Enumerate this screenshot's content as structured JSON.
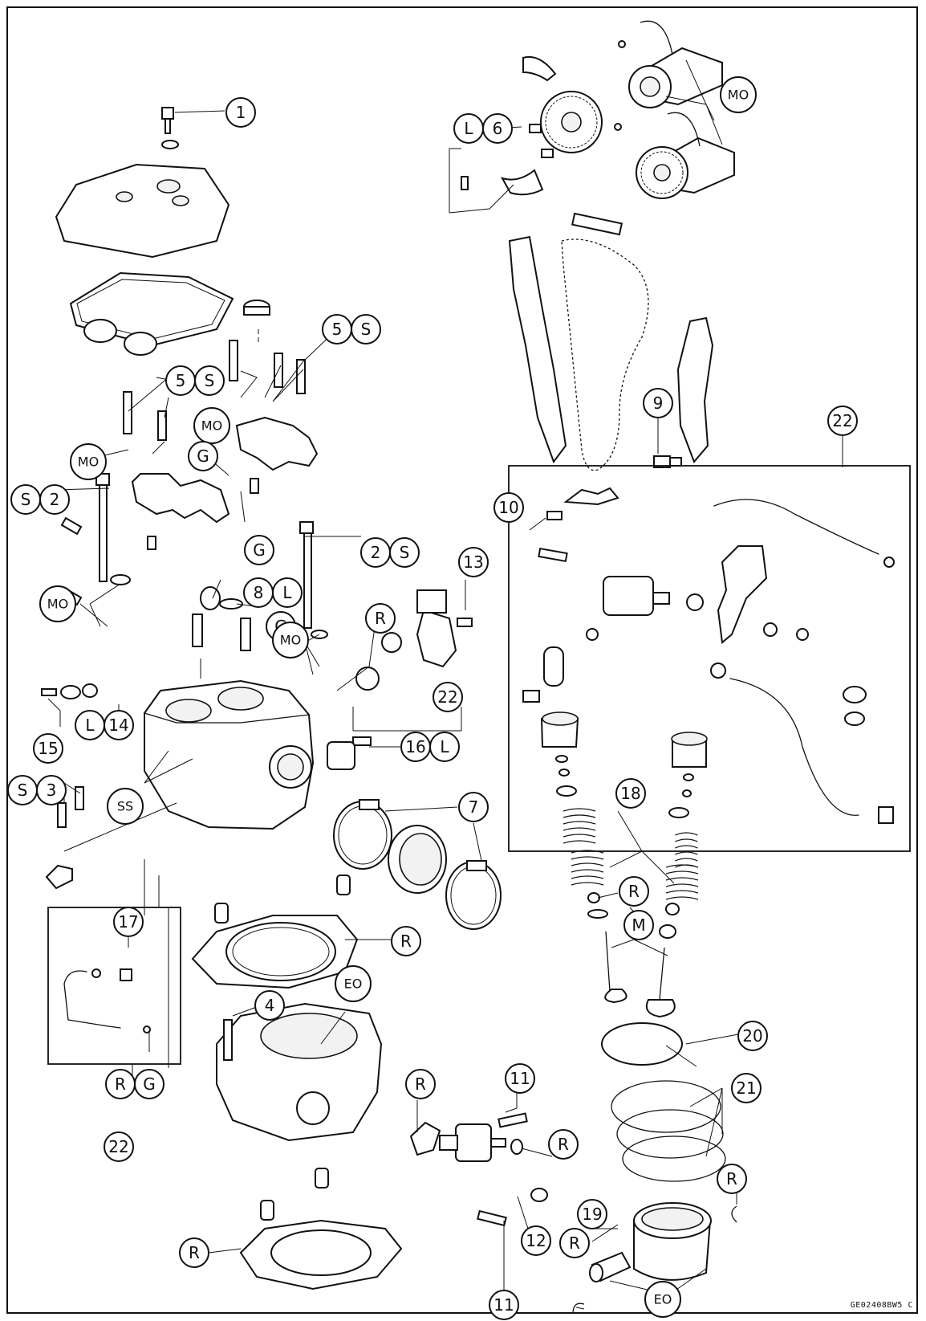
{
  "callouts": {
    "c1": "1",
    "c2a": "2",
    "c2b": "2",
    "c3": "3",
    "c4": "4",
    "c5a": "5",
    "c5b": "5",
    "c6": "6",
    "c7": "7",
    "c8": "8",
    "c9": "9",
    "c10": "10",
    "c11a": "11",
    "c11b": "11",
    "c12": "12",
    "c13": "13",
    "c14": "14",
    "c15": "15",
    "c16": "16",
    "c17": "17",
    "c18": "18",
    "c19": "19",
    "c20": "20",
    "c21": "21",
    "c22a": "22",
    "c22b": "22",
    "c22c": "22"
  },
  "marks": {
    "S": "S",
    "L": "L",
    "G": "G",
    "R": "R",
    "M": "M",
    "MO": "MO",
    "SS": "SS",
    "EO": "EO"
  },
  "figure_code": "GE02408BW5 C"
}
